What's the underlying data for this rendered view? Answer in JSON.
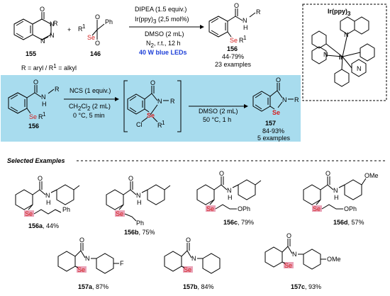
{
  "top": {
    "reactant1": "155",
    "reactant2": "146",
    "plus": "+",
    "r1_label": "R",
    "r1_sup": "1",
    "se": "Se",
    "ph": "Ph",
    "n_r": "R",
    "cond1": "DIPEA (1.5 equiv.)",
    "cond2": "Ir(ppy)",
    "cond2b": "3",
    "cond2c": " (2,5 mol%)",
    "cond3": "DMSO (2 mL)",
    "cond4": "N",
    "cond4b": "2",
    "cond4c": ", r.t., 12 h",
    "cond5": "40 W blue LEDs",
    "product": "156",
    "yield": "44-79%",
    "examples": "23 examples",
    "r_def": "R = aryl / R",
    "r_def_sup": "1",
    "r_def_end": " = alkyl",
    "catalyst_title": "Ir(ppy)",
    "catalyst_sub": "3",
    "ir": "Ir"
  },
  "middle": {
    "start": "156",
    "step1a": "NCS (1 equiv.)",
    "step1b": "CH",
    "step1b2": "2",
    "step1b3": "Cl",
    "step1b4": "2",
    "step1b5": " (2 mL)",
    "step1c": "0 °C, 5 min",
    "step2a": "DMSO (2 mL)",
    "step2b": "50 °C, 1 h",
    "cl": "Cl",
    "product": "157",
    "yield": "84-93%",
    "examples": "5 examples"
  },
  "selected": {
    "title": "Selected Examples",
    "items": [
      {
        "id": "156a",
        "yield": ", 44%",
        "tail": "Ph"
      },
      {
        "id": "156b",
        "yield": ", 75%",
        "tail": "Ph"
      },
      {
        "id": "156c",
        "yield": ", 79%",
        "tail": "OPh"
      },
      {
        "id": "156d",
        "yield": ", 57%",
        "tail": "OPh",
        "top": "OMe"
      },
      {
        "id": "157a",
        "yield": ", 87%",
        "sub": "F"
      },
      {
        "id": "157b",
        "yield": ", 84%"
      },
      {
        "id": "157c",
        "yield": ", 93%",
        "sub": "OMe"
      }
    ]
  },
  "atoms": {
    "o": "O",
    "n": "N",
    "h": "H",
    "se": "Se",
    "r": "R"
  },
  "colors": {
    "se": "#d41e1e",
    "highlight": "#e9a3b8",
    "blue_box": "#a8dcee",
    "led": "#1d3fd8"
  }
}
